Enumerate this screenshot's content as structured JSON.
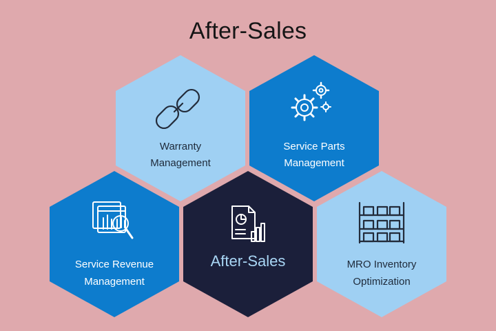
{
  "title": "After-Sales",
  "colors": {
    "background": "#dfa9ad",
    "light_blue": "#9fd0f3",
    "mid_blue": "#0d7ccd",
    "navy": "#1b1f3a"
  },
  "hexagons": {
    "warranty": {
      "line1": "Warranty",
      "line2": "Management",
      "icon": "chain-link-icon"
    },
    "service_parts": {
      "line1": "Service Parts",
      "line2": "Management",
      "icon": "gears-icon"
    },
    "service_revenue": {
      "line1": "Service Revenue",
      "line2": "Management",
      "icon": "analytics-magnifier-icon"
    },
    "center": {
      "label": "After-Sales",
      "icon": "report-document-icon"
    },
    "mro": {
      "line1": "MRO Inventory",
      "line2": "Optimization",
      "icon": "warehouse-shelves-icon"
    }
  }
}
